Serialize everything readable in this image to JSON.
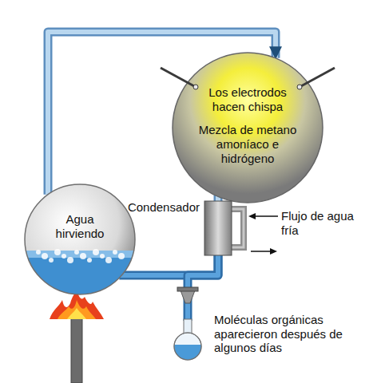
{
  "diagram": {
    "nodes": [
      {
        "text": [
          "Los electrodos hacen chispa",
          "Mezcla de metano amoníaco e hidrógeno"
        ]
      },
      {
        "text": [
          "Agua hirviendo"
        ]
      },
      {
        "text": [
          "Condensador"
        ]
      },
      {
        "text": [
          "Moléculas orgánicas aparecieron después de algunos días"
        ]
      }
    ],
    "edges": [
      {
        "from": 1,
        "to": 0,
        "arrow": "to"
      },
      {
        "from": 0,
        "to": 2,
        "arrow": "none"
      },
      {
        "from": 2,
        "to": 1,
        "arrow": "none"
      },
      {
        "from": 2,
        "to": 3,
        "arrow": "none"
      }
    ],
    "labels": [
      "Flujo de agua fría"
    ]
  }
}
